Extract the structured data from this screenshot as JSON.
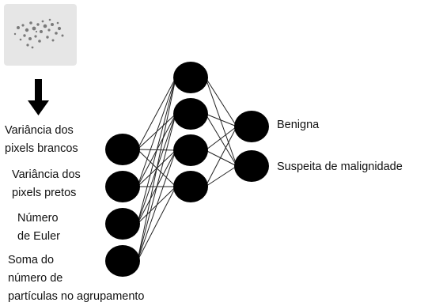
{
  "figure": {
    "inputs": [
      {
        "lines": [
          "Variância dos",
          "pixels brancos"
        ]
      },
      {
        "lines": [
          "Variância dos",
          "pixels pretos"
        ]
      },
      {
        "lines": [
          "Número",
          "de Euler"
        ]
      },
      {
        "lines": [
          "Soma do",
          "número de",
          "partículas no agrupamento"
        ]
      }
    ],
    "outputs": [
      "Benigna",
      "Suspeita de malignidade"
    ],
    "layers": {
      "input": 4,
      "hidden": 4,
      "output": 2
    }
  }
}
